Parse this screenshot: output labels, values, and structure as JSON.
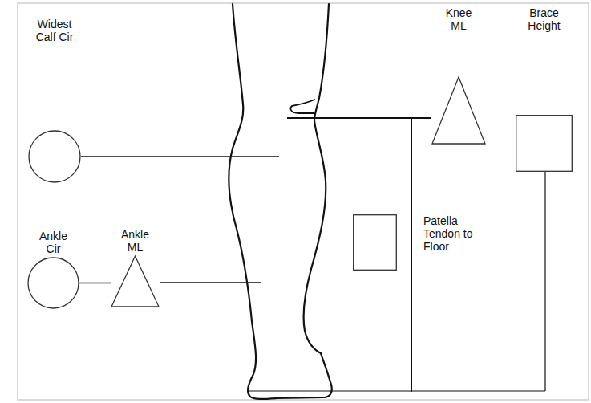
{
  "diagram": {
    "nodes": [
      {
        "text": [
          "Widest Calf Cir"
        ]
      },
      {
        "text": [
          "Knee ML"
        ]
      },
      {
        "text": [
          "Brace Height"
        ]
      },
      {
        "text": [
          "Patella Tendon to Floor"
        ]
      },
      {
        "text": [
          "Ankle Cir"
        ]
      },
      {
        "text": [
          "Ankle ML"
        ]
      }
    ],
    "edges": [
      {
        "from": 4,
        "to": 5,
        "arrow": "none"
      }
    ]
  }
}
